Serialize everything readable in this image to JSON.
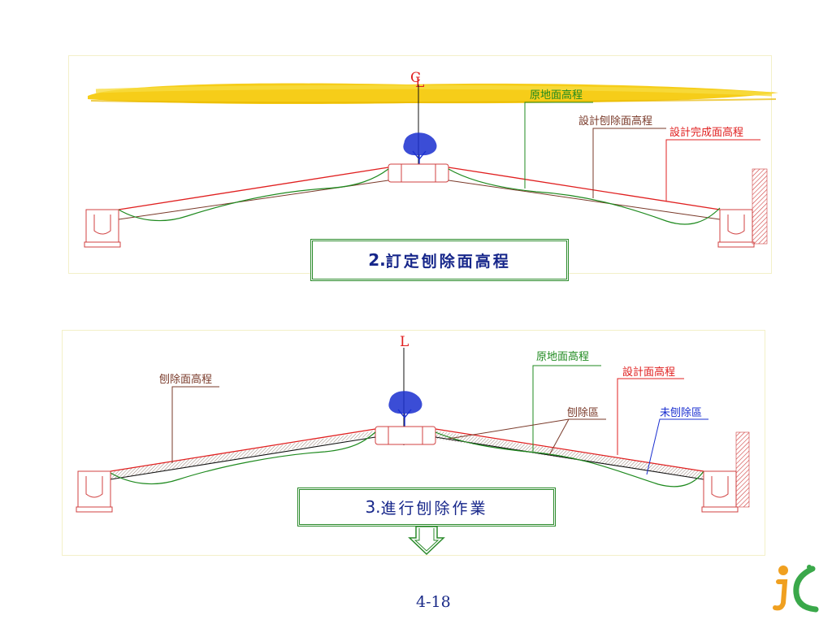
{
  "panel1": {
    "centre_mark": "C",
    "centre_sub": "L",
    "labels": {
      "original_ground": "原地面高程",
      "design_milling": "設計刨除面高程",
      "design_finished": "設計完成面高程"
    },
    "step": {
      "number": "2.",
      "text": "訂定刨除面高程"
    }
  },
  "panel2": {
    "centre_mark": "L",
    "labels": {
      "milling_surface": "刨除面高程",
      "original_ground": "原地面高程",
      "design_surface": "設計面高程",
      "milled_zone": "刨除區",
      "unmilled_zone": "未刨除區"
    },
    "step": {
      "number": "3.",
      "text": "進行刨除作業"
    }
  },
  "page_number": "4-18",
  "colors": {
    "design_line": "#e02020",
    "ground_line": "#1f8a1f",
    "milling_line": "#7a3a2a",
    "tree": "#1a2fd0",
    "highlight": "#f5c800",
    "step_border": "#2a8a2a",
    "step_text": "#16268a"
  },
  "icons": [
    "tree-icon",
    "curb-icon",
    "wall-icon",
    "arrow-down-icon",
    "logo-icon"
  ]
}
